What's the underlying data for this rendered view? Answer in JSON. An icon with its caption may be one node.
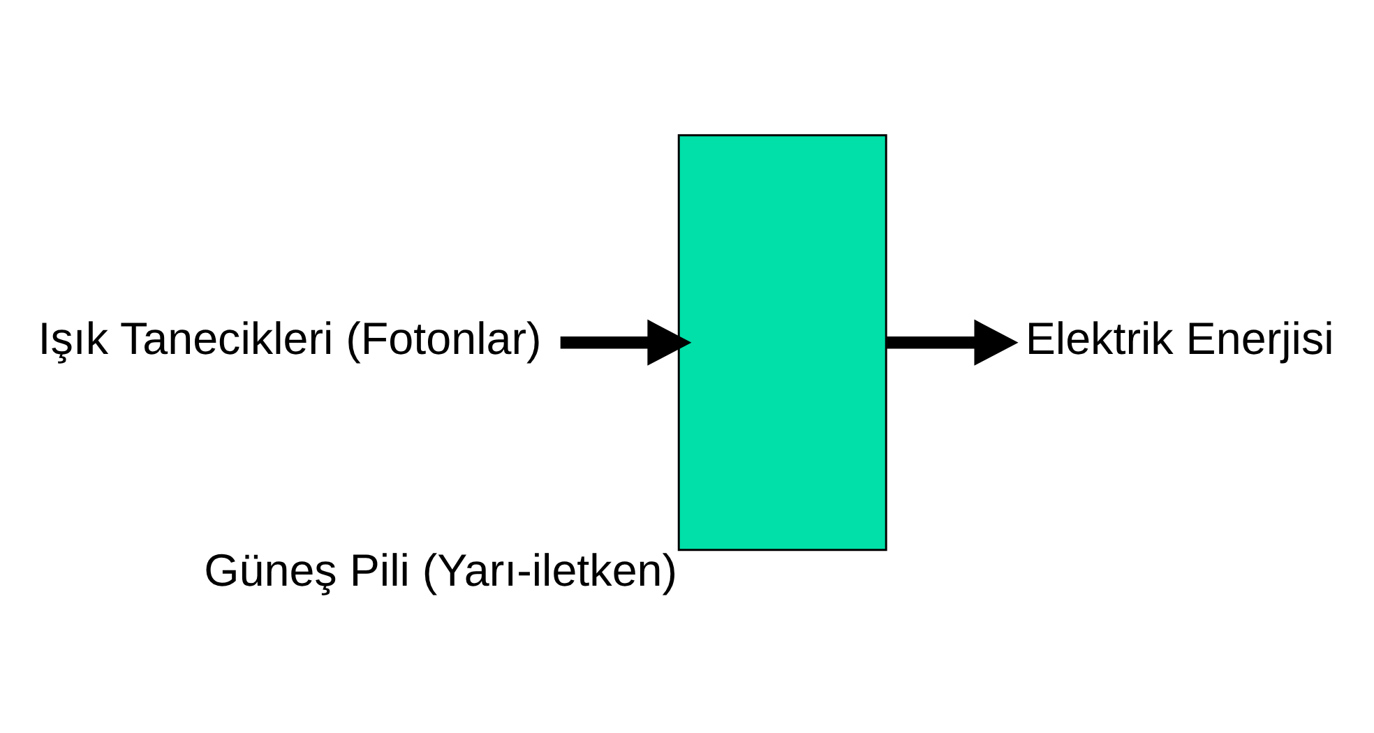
{
  "diagram": {
    "nodes": [
      {
        "text": [
          "Işık Tanecikleri (Fotonlar)"
        ]
      },
      {
        "text": [],
        "shape": "box",
        "beside": [
          "Güneş Pili (Yarı-iletken)"
        ]
      },
      {
        "text": [
          "Elektrik Enerjisi"
        ]
      }
    ],
    "edges": [
      {
        "from": 0,
        "to": 1,
        "arrow": "to"
      },
      {
        "from": 1,
        "to": 2,
        "arrow": "to"
      }
    ]
  }
}
